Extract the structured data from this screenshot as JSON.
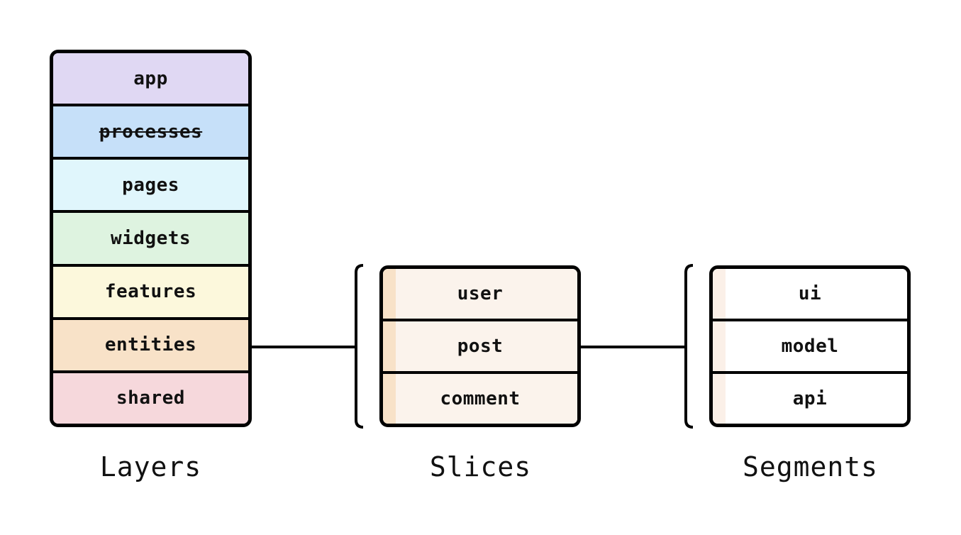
{
  "layers": {
    "title": "Layers",
    "items": [
      {
        "label": "app",
        "color": "#e0d8f3",
        "deprecated": false
      },
      {
        "label": "processes",
        "color": "#c6e0f9",
        "deprecated": true
      },
      {
        "label": "pages",
        "color": "#e0f6fc",
        "deprecated": false
      },
      {
        "label": "widgets",
        "color": "#def3e0",
        "deprecated": false
      },
      {
        "label": "features",
        "color": "#fcf8dc",
        "deprecated": false
      },
      {
        "label": "entities",
        "color": "#f8e2c8",
        "deprecated": false
      },
      {
        "label": "shared",
        "color": "#f6d8dc",
        "deprecated": false
      }
    ]
  },
  "slices": {
    "title": "Slices",
    "items": [
      {
        "label": "user"
      },
      {
        "label": "post"
      },
      {
        "label": "comment"
      }
    ]
  },
  "segments": {
    "title": "Segments",
    "items": [
      {
        "label": "ui"
      },
      {
        "label": "model"
      },
      {
        "label": "api"
      }
    ]
  }
}
